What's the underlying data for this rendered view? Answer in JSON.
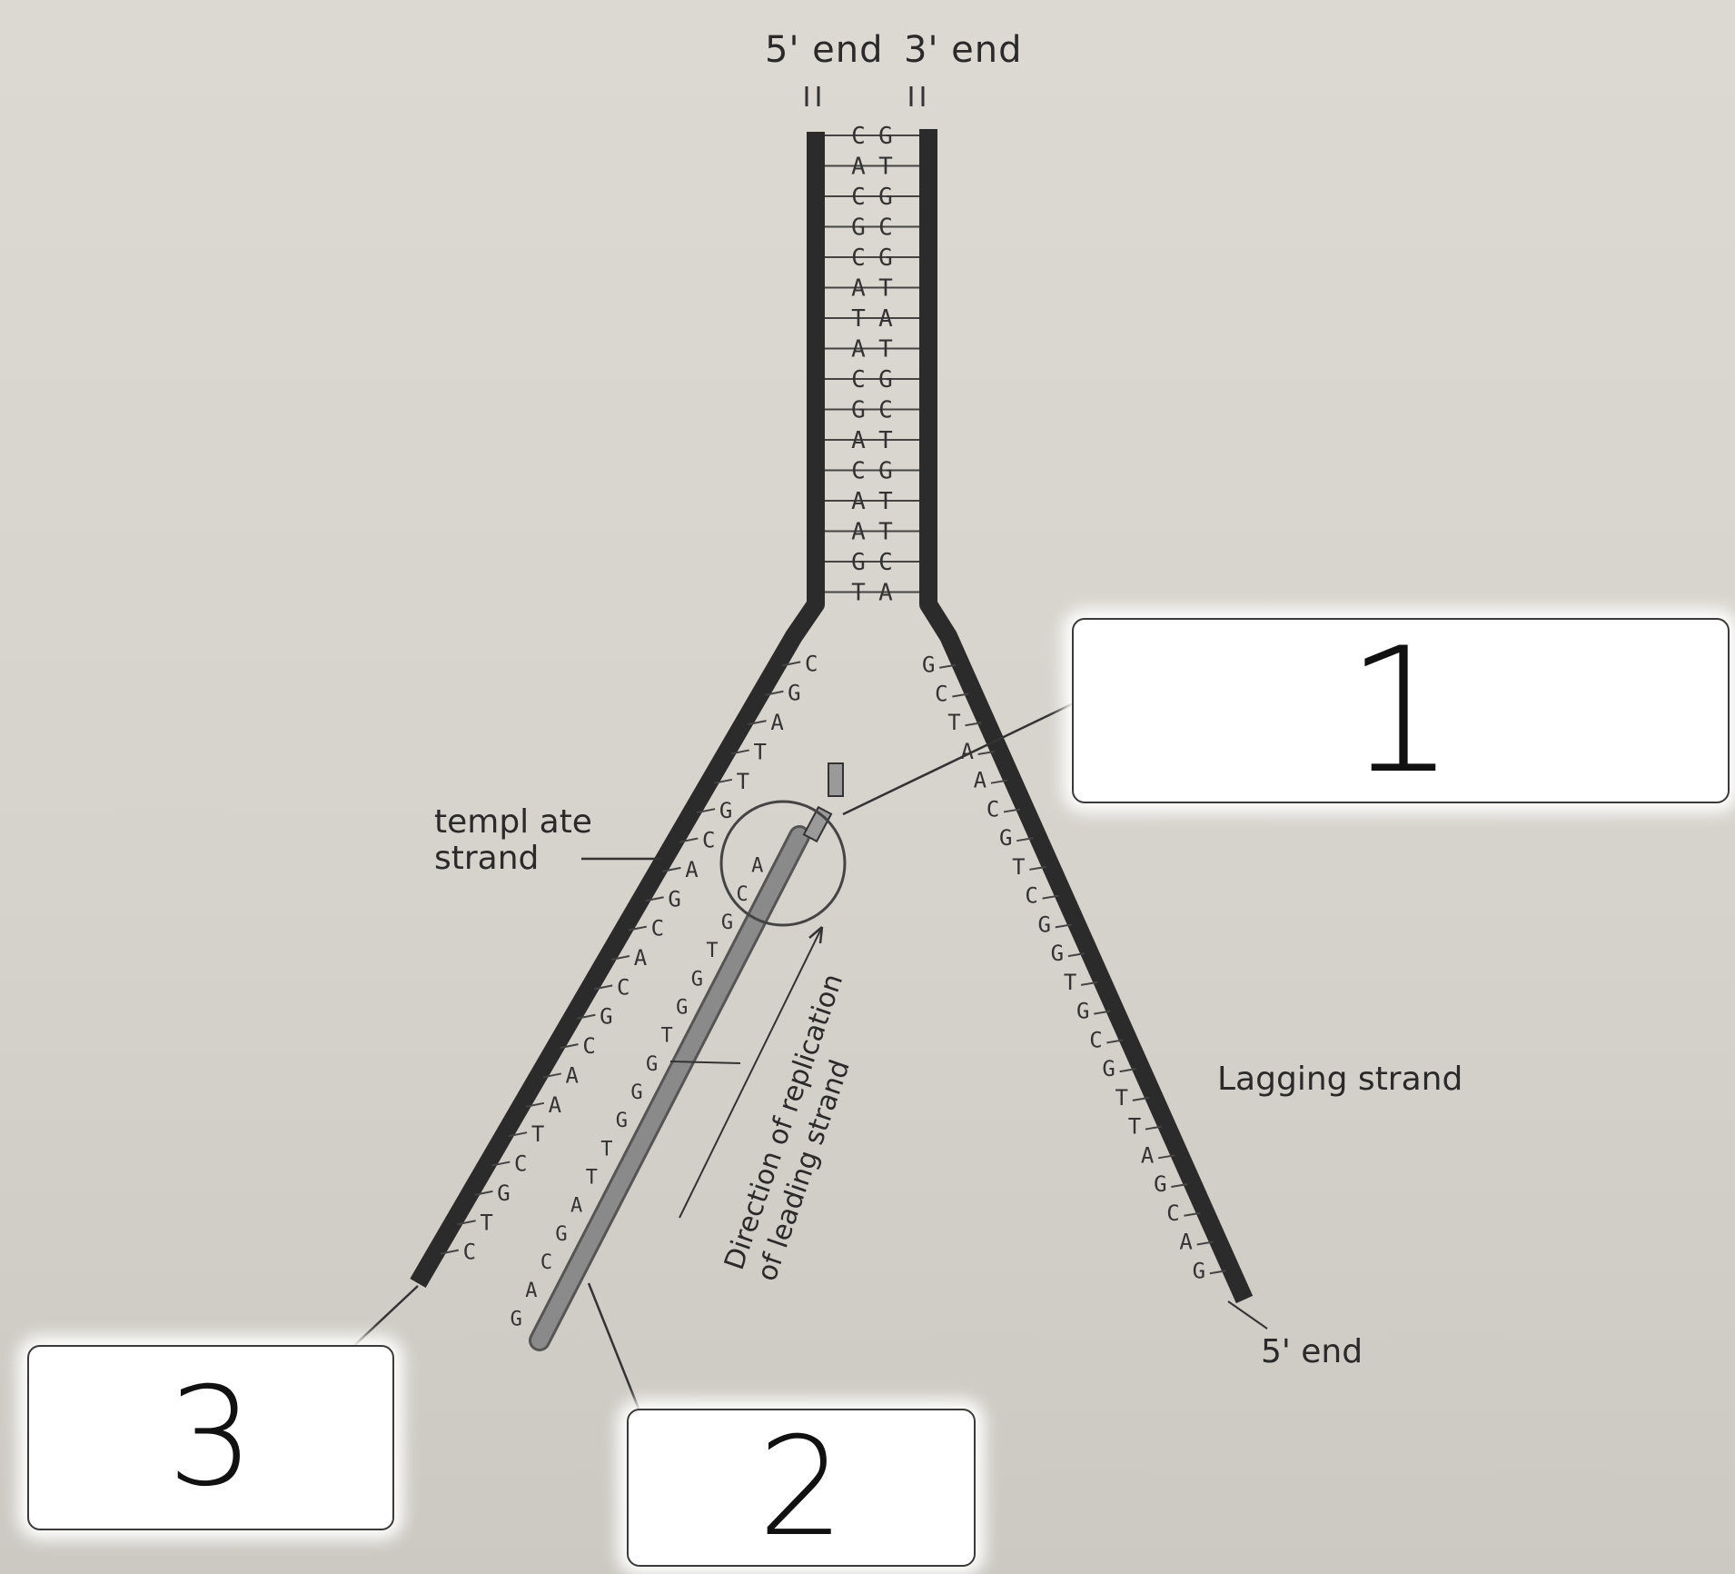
{
  "top_labels": {
    "left_end": "5' end",
    "right_end": "3' end"
  },
  "labels": {
    "template_strand": "templ ate\nstrand",
    "lagging_strand": "Lagging strand",
    "bottom_right_end": "5' end",
    "direction": "Direction of replication\nof leading strand"
  },
  "answer_boxes": [
    {
      "number": "1"
    },
    {
      "number": "2"
    },
    {
      "number": "3"
    }
  ],
  "stem_pairs": [
    "CG",
    "AT",
    "CG",
    "GC",
    "CG",
    "AT",
    "TA",
    "AT",
    "CG",
    "GC",
    "AT",
    "CG",
    "AT",
    "AT",
    "GC",
    "TA"
  ],
  "left_template_bases": [
    "C",
    "G",
    "A",
    "T",
    "T",
    "G",
    "C",
    "A",
    "G",
    "C",
    "A",
    "C",
    "G",
    "C",
    "A",
    "A",
    "T",
    "C",
    "G",
    "T",
    "C"
  ],
  "leading_new_bases": [
    "A",
    "C",
    "G",
    "T",
    "G",
    "G",
    "T",
    "G",
    "G",
    "G",
    "T",
    "T",
    "A",
    "G",
    "C",
    "A",
    "G"
  ],
  "right_template_bases": [
    "G",
    "C",
    "T",
    "A",
    "A",
    "C",
    "G",
    "T",
    "C",
    "G",
    "G",
    "T",
    "G",
    "C",
    "G",
    "T",
    "T",
    "A",
    "G",
    "C",
    "A",
    "G"
  ],
  "colors": {
    "backbone": "#2b2b2b",
    "new_strand": "#8a8a8a",
    "paper": "#d9d6cf"
  }
}
